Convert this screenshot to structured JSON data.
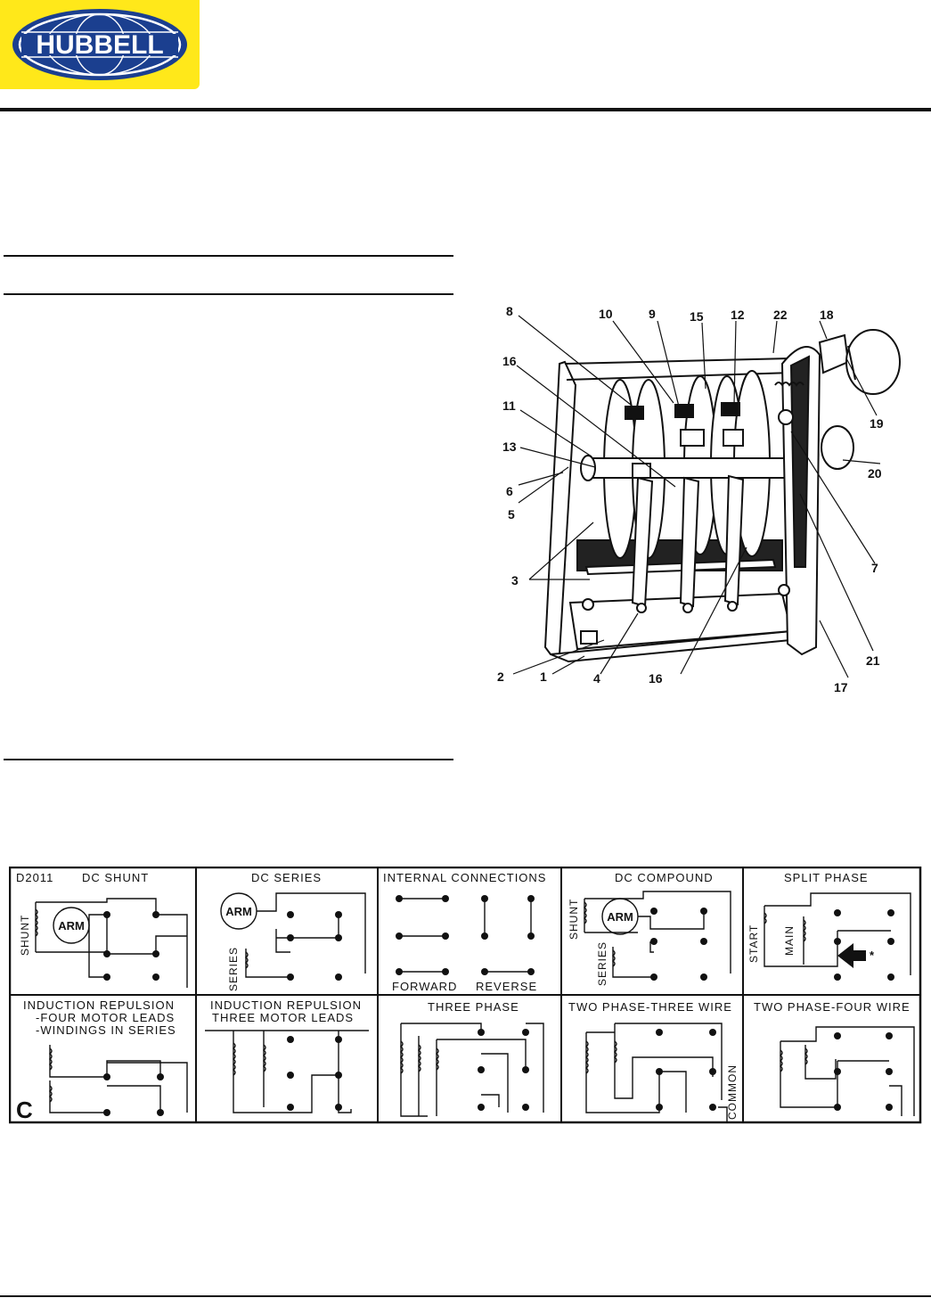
{
  "logo": {
    "brand": "HUBBELL",
    "colors": {
      "background": "#ffe81a",
      "ellipse": "#1b3f8f",
      "text": "#ffffff"
    }
  },
  "figure": {
    "callouts": [
      "8",
      "10",
      "9",
      "15",
      "12",
      "22",
      "18",
      "16",
      "11",
      "13",
      "6",
      "5",
      "3",
      "2",
      "1",
      "4",
      "16",
      "17",
      "21",
      "7",
      "20",
      "19"
    ]
  },
  "table": {
    "code": "D2011",
    "corner_letter": "C",
    "cells": [
      {
        "title": "DC SHUNT",
        "labels": {
          "field": "SHUNT",
          "arm": "ARM"
        }
      },
      {
        "title": "DC SERIES",
        "labels": {
          "arm": "ARM",
          "field": "SERIES"
        }
      },
      {
        "title": "INTERNAL CONNECTIONS",
        "labels": {
          "forward": "FORWARD",
          "reverse": "REVERSE"
        }
      },
      {
        "title": "DC COMPOUND",
        "labels": {
          "shunt": "SHUNT",
          "arm": "ARM",
          "series": "SERIES"
        }
      },
      {
        "title": "SPLIT PHASE",
        "labels": {
          "start": "START",
          "main": "MAIN",
          "mark": "*"
        }
      },
      {
        "title_lines": [
          "INDUCTION REPULSION",
          "-FOUR MOTOR LEADS",
          "-WINDINGS IN SERIES"
        ]
      },
      {
        "title_lines": [
          "INDUCTION REPULSION",
          "THREE MOTOR LEADS"
        ]
      },
      {
        "title": "THREE PHASE"
      },
      {
        "title": "TWO PHASE-THREE WIRE",
        "labels": {
          "common": "COMMON"
        }
      },
      {
        "title": "TWO PHASE-FOUR WIRE"
      }
    ]
  }
}
